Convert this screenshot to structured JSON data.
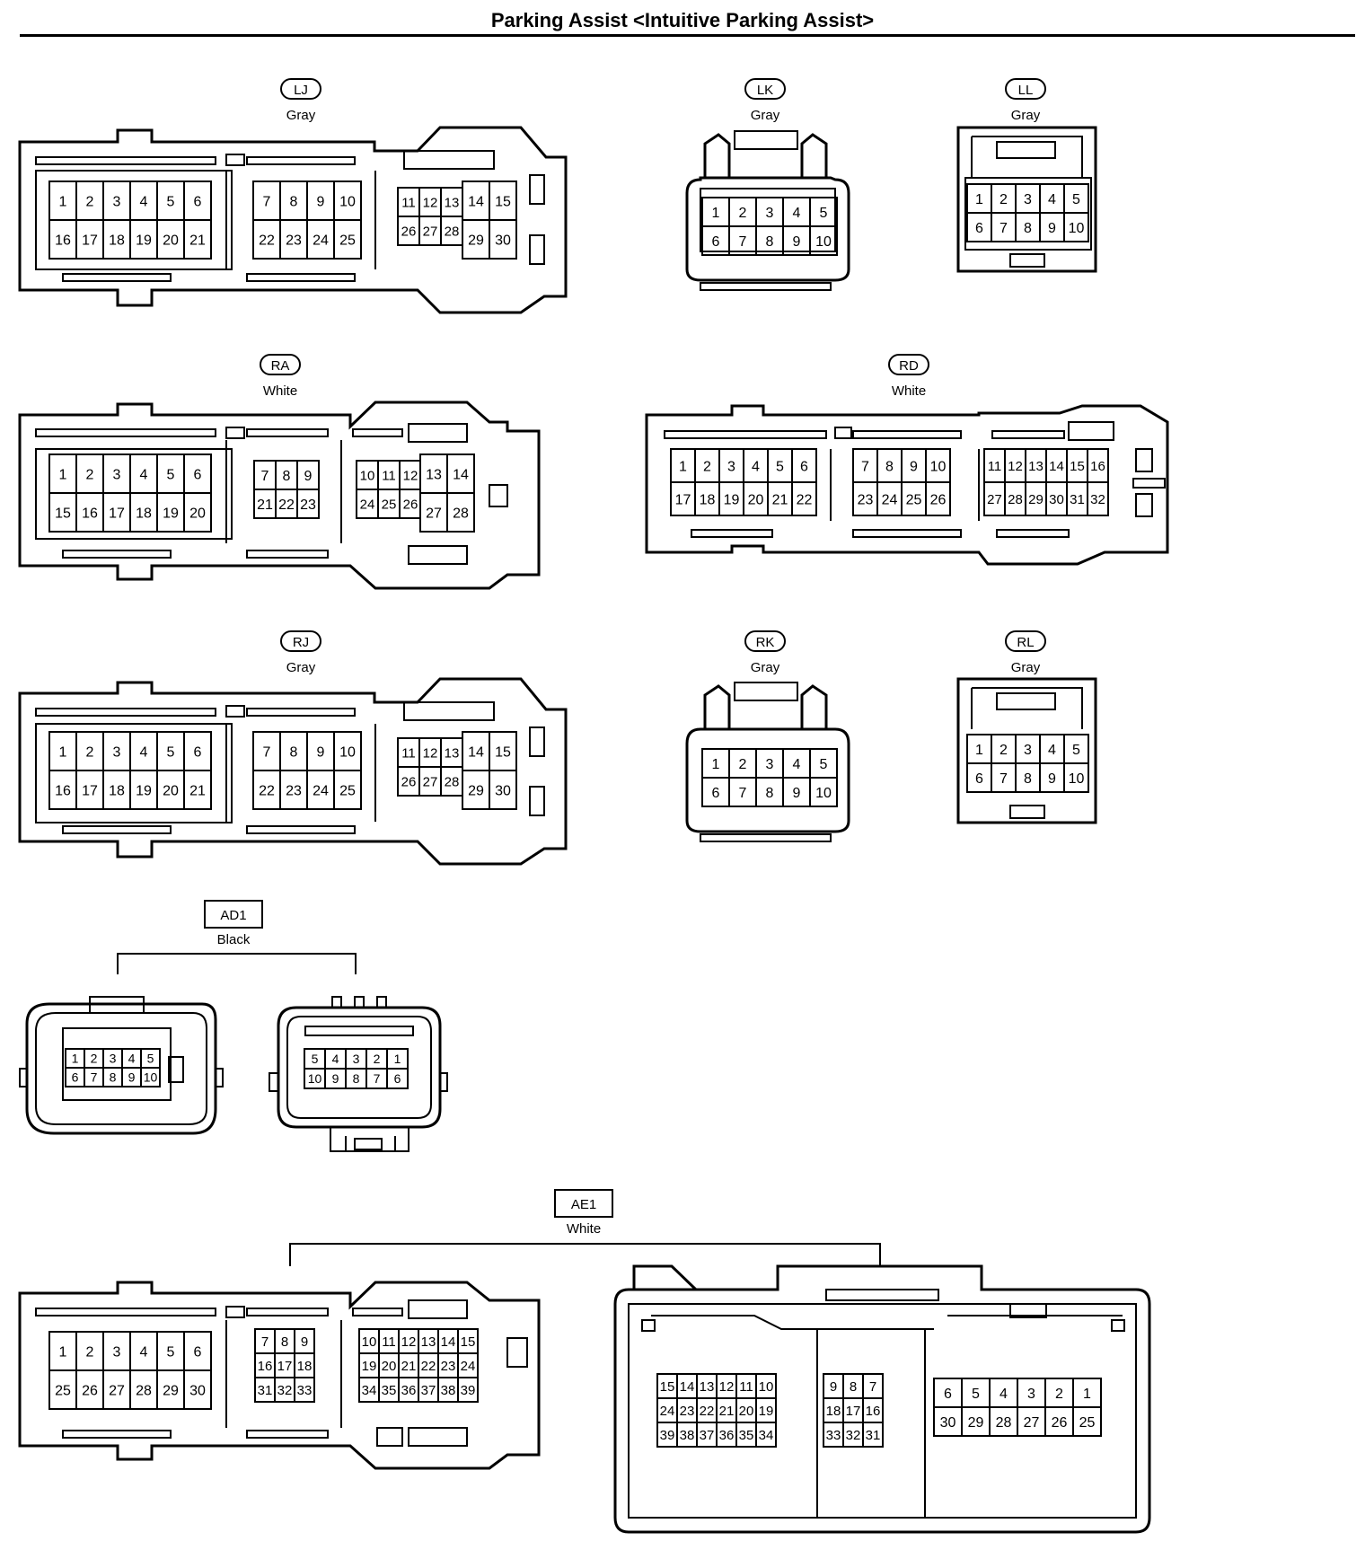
{
  "page": {
    "title": "Parking Assist <Intuitive Parking Assist>"
  },
  "connectors": {
    "LJ": {
      "code": "LJ",
      "color": "Gray",
      "groups": [
        [
          [
            "1",
            "2",
            "3",
            "4",
            "5",
            "6"
          ],
          [
            "16",
            "17",
            "18",
            "19",
            "20",
            "21"
          ]
        ],
        [
          [
            "7",
            "8",
            "9",
            "10"
          ],
          [
            "22",
            "23",
            "24",
            "25"
          ]
        ],
        [
          [
            "11",
            "12",
            "13"
          ],
          [
            "26",
            "27",
            "28"
          ]
        ],
        [
          [
            "14",
            "15"
          ],
          [
            "29",
            "30"
          ]
        ]
      ]
    },
    "LK": {
      "code": "LK",
      "color": "Gray",
      "groups": [
        [
          [
            "1",
            "2",
            "3",
            "4",
            "5"
          ],
          [
            "6",
            "7",
            "8",
            "9",
            "10"
          ]
        ]
      ]
    },
    "LL": {
      "code": "LL",
      "color": "Gray",
      "groups": [
        [
          [
            "1",
            "2",
            "3",
            "4",
            "5"
          ],
          [
            "6",
            "7",
            "8",
            "9",
            "10"
          ]
        ]
      ]
    },
    "RA": {
      "code": "RA",
      "color": "White",
      "groups": [
        [
          [
            "1",
            "2",
            "3",
            "4",
            "5",
            "6"
          ],
          [
            "15",
            "16",
            "17",
            "18",
            "19",
            "20"
          ]
        ],
        [
          [
            "7",
            "8",
            "9"
          ],
          [
            "21",
            "22",
            "23"
          ]
        ],
        [
          [
            "10",
            "11",
            "12"
          ],
          [
            "24",
            "25",
            "26"
          ]
        ],
        [
          [
            "13",
            "14"
          ],
          [
            "27",
            "28"
          ]
        ]
      ]
    },
    "RD": {
      "code": "RD",
      "color": "White",
      "groups": [
        [
          [
            "1",
            "2",
            "3",
            "4",
            "5",
            "6"
          ],
          [
            "17",
            "18",
            "19",
            "20",
            "21",
            "22"
          ]
        ],
        [
          [
            "7",
            "8",
            "9",
            "10"
          ],
          [
            "23",
            "24",
            "25",
            "26"
          ]
        ],
        [
          [
            "11",
            "12",
            "13",
            "14",
            "15",
            "16"
          ],
          [
            "27",
            "28",
            "29",
            "30",
            "31",
            "32"
          ]
        ]
      ]
    },
    "RJ": {
      "code": "RJ",
      "color": "Gray",
      "groups": [
        [
          [
            "1",
            "2",
            "3",
            "4",
            "5",
            "6"
          ],
          [
            "16",
            "17",
            "18",
            "19",
            "20",
            "21"
          ]
        ],
        [
          [
            "7",
            "8",
            "9",
            "10"
          ],
          [
            "22",
            "23",
            "24",
            "25"
          ]
        ],
        [
          [
            "11",
            "12",
            "13"
          ],
          [
            "26",
            "27",
            "28"
          ]
        ],
        [
          [
            "14",
            "15"
          ],
          [
            "29",
            "30"
          ]
        ]
      ]
    },
    "RK": {
      "code": "RK",
      "color": "Gray",
      "groups": [
        [
          [
            "1",
            "2",
            "3",
            "4",
            "5"
          ],
          [
            "6",
            "7",
            "8",
            "9",
            "10"
          ]
        ]
      ]
    },
    "RL": {
      "code": "RL",
      "color": "Gray",
      "groups": [
        [
          [
            "1",
            "2",
            "3",
            "4",
            "5"
          ],
          [
            "6",
            "7",
            "8",
            "9",
            "10"
          ]
        ]
      ]
    },
    "AD1": {
      "code": "AD1",
      "color": "Black",
      "groups": [
        [
          [
            "1",
            "2",
            "3",
            "4",
            "5"
          ],
          [
            "6",
            "7",
            "8",
            "9",
            "10"
          ]
        ],
        [
          [
            "5",
            "4",
            "3",
            "2",
            "1"
          ],
          [
            "10",
            "9",
            "8",
            "7",
            "6"
          ]
        ]
      ]
    },
    "AE1": {
      "code": "AE1",
      "color": "White",
      "groups": [
        [
          [
            "1",
            "2",
            "3",
            "4",
            "5",
            "6"
          ],
          [
            "25",
            "26",
            "27",
            "28",
            "29",
            "30"
          ]
        ],
        [
          [
            "7",
            "8",
            "9"
          ],
          [
            "16",
            "17",
            "18"
          ],
          [
            "31",
            "32",
            "33"
          ]
        ],
        [
          [
            "10",
            "11",
            "12",
            "13",
            "14",
            "15"
          ],
          [
            "19",
            "20",
            "21",
            "22",
            "23",
            "24"
          ],
          [
            "34",
            "35",
            "36",
            "37",
            "38",
            "39"
          ]
        ],
        [
          [
            "15",
            "14",
            "13",
            "12",
            "11",
            "10"
          ],
          [
            "24",
            "23",
            "22",
            "21",
            "20",
            "19"
          ],
          [
            "39",
            "38",
            "37",
            "36",
            "35",
            "34"
          ]
        ],
        [
          [
            "9",
            "8",
            "7"
          ],
          [
            "18",
            "17",
            "16"
          ],
          [
            "33",
            "32",
            "31"
          ]
        ],
        [
          [
            "6",
            "5",
            "4",
            "3",
            "2",
            "1"
          ],
          [
            "30",
            "29",
            "28",
            "27",
            "26",
            "25"
          ]
        ]
      ]
    }
  }
}
